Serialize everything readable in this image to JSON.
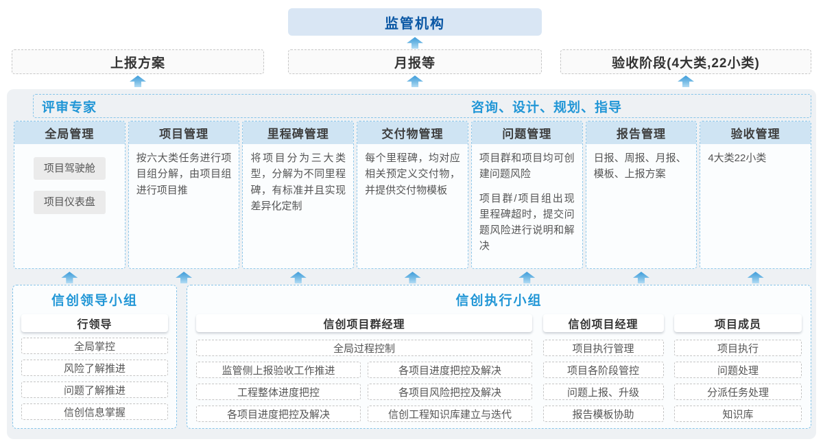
{
  "top": {
    "regulator": "监管机构",
    "channels": [
      {
        "label": "上报方案"
      },
      {
        "label": "月报等"
      },
      {
        "label": "验收阶段(4大类,22小类)"
      }
    ]
  },
  "platform": {
    "experts_label": "评审专家",
    "consulting_label": "咨询、设计、规划、指导",
    "columns": [
      {
        "title": "全局管理",
        "tags": [
          "项目驾驶舱",
          "项目仪表盘"
        ]
      },
      {
        "title": "项目管理",
        "paragraphs": [
          "按六大类任务进行项目组分解，由项目组进行项目推"
        ]
      },
      {
        "title": "里程碑管理",
        "paragraphs": [
          "将项目分为三大类型，分解为不同里程碑，有标准并且实现差异化定制"
        ]
      },
      {
        "title": "交付物管理",
        "paragraphs": [
          "每个里程碑，均对应相关预定义交付物，并提供交付物模板"
        ]
      },
      {
        "title": "问题管理",
        "paragraphs": [
          "项目群和项目均可创建问题风险",
          "项目群/项目组出现里程碑超时，提交问题风险进行说明和解决"
        ]
      },
      {
        "title": "报告管理",
        "paragraphs": [
          "日报、周报、月报、模板、上报方案"
        ]
      },
      {
        "title": "验收管理",
        "paragraphs": [
          "4大类22小类"
        ]
      }
    ]
  },
  "groups": {
    "leadership": {
      "title": "信创领导小组",
      "role": "行领导",
      "items": [
        "全局掌控",
        "风险了解推进",
        "问题了解推进",
        "信创信息掌握"
      ]
    },
    "execution": {
      "title": "信创执行小组",
      "program_manager": {
        "role": "信创项目群经理",
        "full_item": "全局过程控制",
        "left_items": [
          "监管侧上报验收工作推进",
          "工程整体进度把控",
          "各项目进度把控及解决"
        ],
        "right_items": [
          "各项目进度把控及解决",
          "各项目风险把控及解决",
          "信创工程知识库建立与迭代"
        ]
      },
      "project_manager": {
        "role": "信创项目经理",
        "items": [
          "项目执行管理",
          "项目各阶段管控",
          "问题上报、升级",
          "报告模板协助"
        ]
      },
      "member": {
        "role": "项目成员",
        "items": [
          "项目执行",
          "问题处理",
          "分派任务处理",
          "知识库"
        ]
      }
    }
  },
  "colors": {
    "accent_blue": "#2196d6",
    "dark_blue": "#0a57a4",
    "regulator_bg": "#d9e6f4",
    "column_header_bg": "#cfe4f3",
    "container_bg": "#eef1f4",
    "dashed_blue_border": "#85c4e9",
    "arrow_blue": "#3d9cda"
  }
}
